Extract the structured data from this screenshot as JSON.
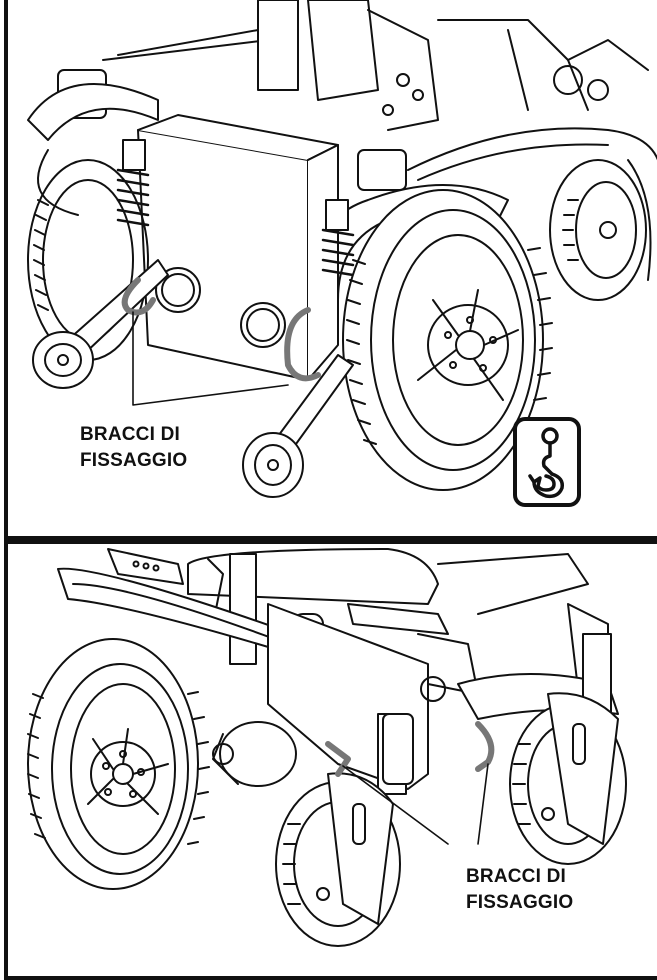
{
  "top_panel": {
    "callout_line1": "BRACCI DI",
    "callout_line2": "FISSAGGIO",
    "icon": "tie-down-hook-icon"
  },
  "bottom_panel": {
    "callout_line1": "BRACCI DI",
    "callout_line2": "FISSAGGIO"
  }
}
